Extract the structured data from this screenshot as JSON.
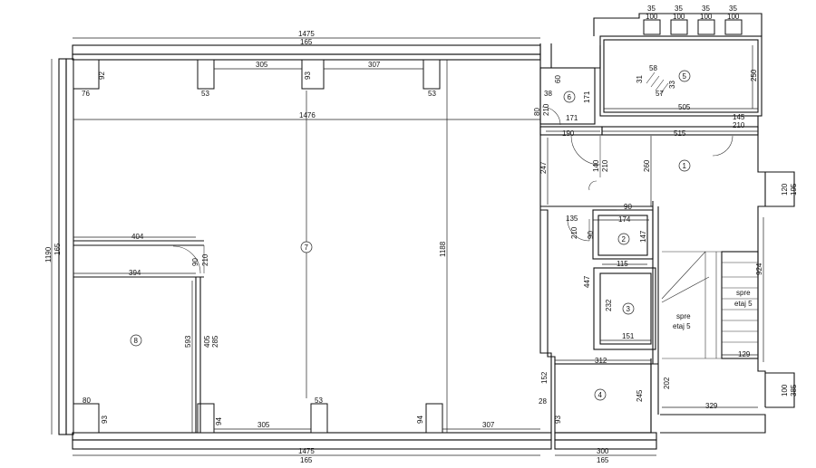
{
  "dimensions": {
    "top_total": "1475",
    "top_total_b": "165",
    "bottom_total": "1475",
    "bottom_total_b": "165",
    "bottom_right": "300",
    "bottom_right_b": "165",
    "left_total": "1190",
    "left_total_b": "165",
    "window_35": "35",
    "window_100": "100",
    "pillar_92": "92",
    "pillar_76": "76",
    "pillar_53_top_a": "53",
    "pillar_93_top": "93",
    "pillar_53_top_b": "53",
    "span_305_top": "305",
    "span_307_top": "307",
    "inner_width": "1476",
    "inner_height": "1188",
    "d60": "60",
    "d38": "38",
    "d171v": "171",
    "d171h": "171",
    "d80": "80",
    "d210_a": "210",
    "d190": "190",
    "d515": "515",
    "d505": "505",
    "d145": "145",
    "d210_b": "210",
    "d250": "250",
    "d58": "58",
    "d31": "31",
    "d57": "57",
    "d33": "33",
    "d247": "247",
    "d140": "140",
    "d210_c": "210",
    "d260": "260",
    "d120": "120",
    "d195": "195",
    "d90_a": "90",
    "d135": "135",
    "d174": "174",
    "d210_d": "210",
    "d90_b": "90",
    "d147": "147",
    "d115": "115",
    "d447": "447",
    "d232": "232",
    "d151": "151",
    "d924": "924",
    "d129": "129",
    "d404": "404",
    "d394": "394",
    "d90_c": "90",
    "d210_e": "210",
    "d593": "593",
    "d405": "405",
    "d285": "285",
    "d312": "312",
    "d152": "152",
    "d28": "28",
    "d202": "202",
    "d245": "245",
    "d329": "329",
    "d100": "100",
    "d385": "385",
    "p80": "80",
    "p93_left": "93",
    "p53_bottom": "53",
    "p94_a": "94",
    "p94_b": "94",
    "span_305_bottom": "305",
    "span_307_bottom": "307",
    "p93_right": "93"
  },
  "rooms": {
    "r1": "1",
    "r2": "2",
    "r3": "3",
    "r4": "4",
    "r5": "5",
    "r6": "6",
    "r7": "7",
    "r8": "8"
  },
  "stairs": {
    "label1_a": "spre",
    "label1_b": "etaj 5",
    "label2_a": "spre",
    "label2_b": "etaj 5"
  }
}
